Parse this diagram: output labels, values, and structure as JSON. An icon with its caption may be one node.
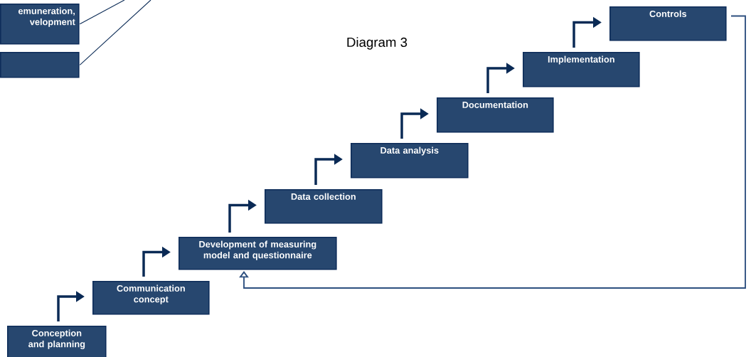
{
  "diagram": {
    "title": "Diagram 3",
    "nodes": [
      {
        "text": [
          "emuneration, velopment"
        ]
      },
      {
        "text": [],
        "shape": "box"
      },
      {
        "text": [
          "Conception and planning"
        ]
      },
      {
        "text": [
          "Communication concept"
        ]
      },
      {
        "text": [
          "Development of measuring model and questionnaire"
        ]
      },
      {
        "text": [
          "Data collection"
        ]
      },
      {
        "text": [
          "Data analysis"
        ]
      },
      {
        "text": [
          "Documentation"
        ]
      },
      {
        "text": [
          "Implementation"
        ]
      },
      {
        "text": [
          "Controls"
        ]
      }
    ],
    "edges": [
      {
        "from": 0,
        "to": null,
        "arrow": "none"
      },
      {
        "from": 1,
        "to": null,
        "arrow": "none"
      },
      {
        "from": 2,
        "to": 3,
        "arrow": "to"
      },
      {
        "from": 3,
        "to": 4,
        "arrow": "to"
      },
      {
        "from": 4,
        "to": 5,
        "arrow": "to"
      },
      {
        "from": 5,
        "to": 6,
        "arrow": "to"
      },
      {
        "from": 6,
        "to": 7,
        "arrow": "to"
      },
      {
        "from": 7,
        "to": 8,
        "arrow": "to"
      },
      {
        "from": 8,
        "to": 9,
        "arrow": "to"
      },
      {
        "from": 9,
        "to": 4,
        "arrow": "to",
        "color": "#2d4f7f"
      }
    ]
  }
}
